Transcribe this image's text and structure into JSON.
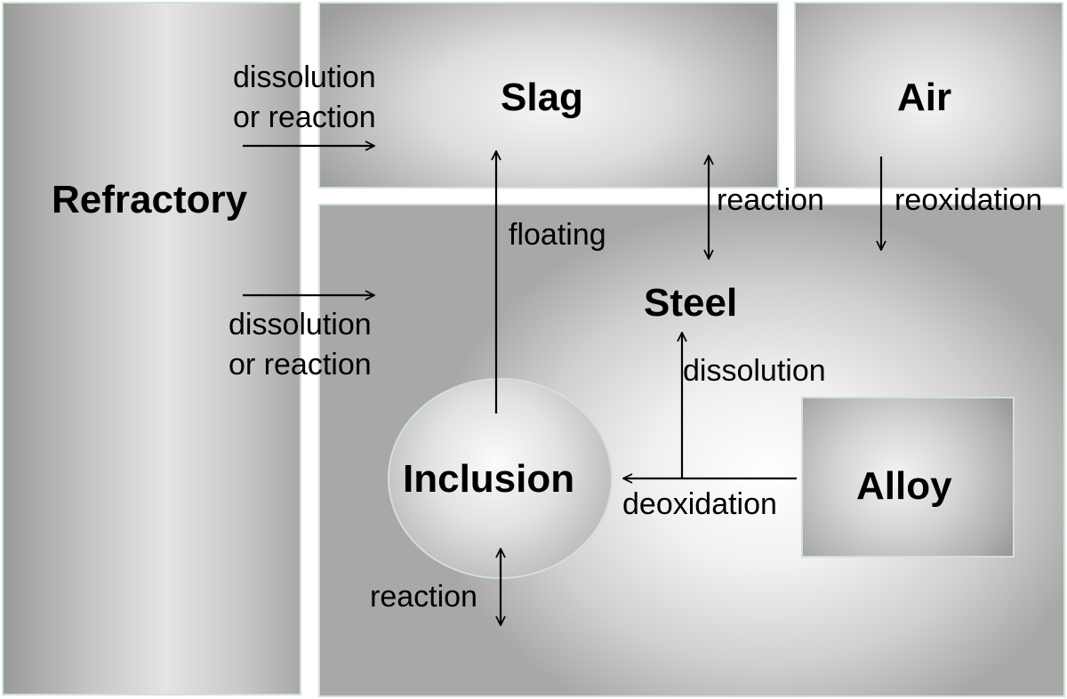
{
  "regions": {
    "refractory": "Refractory",
    "slag": "Slag",
    "air": "Air",
    "steel": "Steel",
    "alloy": "Alloy",
    "inclusion": "Inclusion"
  },
  "processes": {
    "refractory_to_slag_line1": "dissolution",
    "refractory_to_slag_line2": "or reaction",
    "refractory_to_steel_line1": "dissolution",
    "refractory_to_steel_line2": "or reaction",
    "floating": "floating",
    "slag_steel_reaction": "reaction",
    "reoxidation": "reoxidation",
    "dissolution": "dissolution",
    "deoxidation": "deoxidation",
    "inclusion_reaction": "reaction"
  }
}
